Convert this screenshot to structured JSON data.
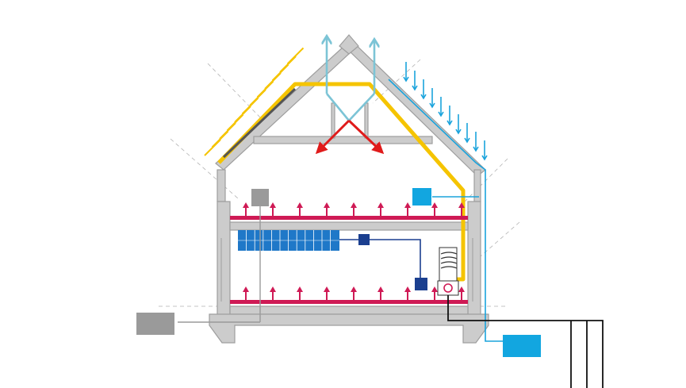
{
  "diagram": {
    "type": "building-energy-section",
    "labels": [],
    "components": [
      {
        "name": "solar-collector",
        "color": "#f5c400"
      },
      {
        "name": "rainwater-collection",
        "color": "#1aa3dc"
      },
      {
        "name": "heat-recovery-ventilation",
        "color": "#7cc4d6"
      },
      {
        "name": "warm-exhaust-air",
        "color": "#e01b1b"
      },
      {
        "name": "underfloor-heating",
        "color": "#cf1a55"
      },
      {
        "name": "radiator-panel",
        "color": "#1f78c8"
      },
      {
        "name": "control-unit",
        "color": "#1b3f8f"
      },
      {
        "name": "rainwater-storage-tank",
        "color": "#12a6e0"
      },
      {
        "name": "ground-unit",
        "color": "#9a9a9a"
      },
      {
        "name": "geothermal-probes",
        "color": "#111111"
      }
    ]
  },
  "colors": {
    "structure": "#cccccc",
    "structure_stroke": "#9e9e9e",
    "solar": "#f5c400",
    "rain": "#1aa3dc",
    "vent": "#7cc4d6",
    "exhaust": "#e01b1b",
    "floor_heat": "#cf1a55",
    "radiator": "#1f78c8",
    "control": "#1b3f8f",
    "grey_unit": "#9a9a9a",
    "ground_pipe": "#111111"
  }
}
